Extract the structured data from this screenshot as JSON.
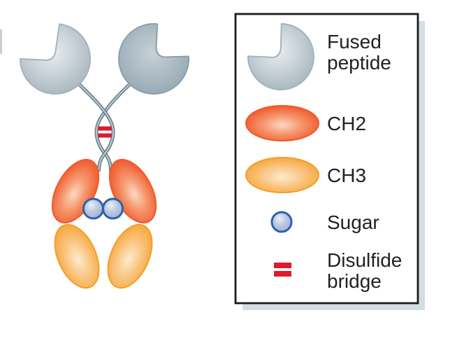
{
  "legend": {
    "items": [
      {
        "id": "fused-peptide",
        "label": "Fused peptide",
        "label_lines": [
          "Fused",
          "peptide"
        ],
        "swatch": "gray-pacman-shape"
      },
      {
        "id": "ch2",
        "label": "CH2",
        "label_lines": [
          "CH2"
        ],
        "swatch": "orange-ellipse"
      },
      {
        "id": "ch3",
        "label": "CH3",
        "label_lines": [
          "CH3"
        ],
        "swatch": "yellow-orange-ellipse"
      },
      {
        "id": "sugar",
        "label": "Sugar",
        "label_lines": [
          "Sugar"
        ],
        "swatch": "blue-circle"
      },
      {
        "id": "disulfide-bridge",
        "label": "Disulfide bridge",
        "label_lines": [
          "Disulfide",
          "bridge"
        ],
        "swatch": "red-equals-bars"
      }
    ]
  },
  "colors": {
    "background": "#ffffff",
    "fused_peptide_gray": "#c2cdd3",
    "fused_peptide_gray_dark": "#9fb2bc",
    "ch2_orange_edge": "#ee5a2b",
    "ch2_orange_center": "#fcd9c2",
    "ch3_orange_edge": "#f5a132",
    "ch3_orange_center": "#fdeccd",
    "sugar_blue_border": "#2d63a8",
    "sugar_blue_fill": "#b5c1dd",
    "disulfide_red": "#dd1b2c",
    "hinge_strand_gray": "#5f7883",
    "legend_border": "#1b1b1b",
    "legend_shadow": "#d2dee2",
    "text": "#231f20"
  }
}
